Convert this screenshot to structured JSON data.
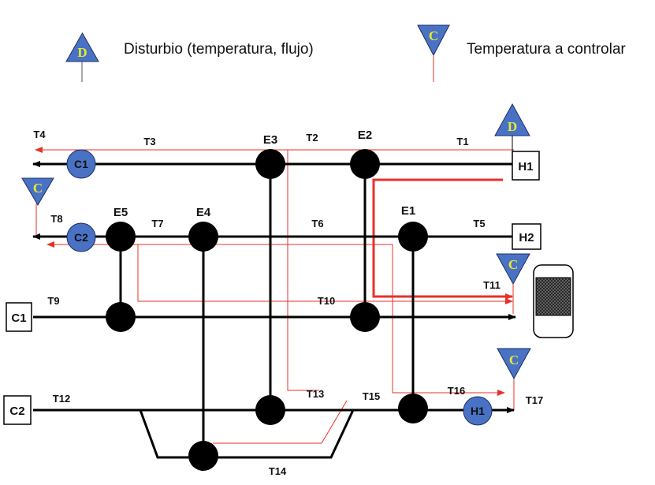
{
  "colors": {
    "stream": "#000000",
    "signal": "#e8312a",
    "triangle_fill": "#4a72c4",
    "triangle_letter": "#e8e832",
    "heater_fill": "#4a72c4",
    "exchanger_fill": "#000000"
  },
  "legend": {
    "disturbance_letter": "D",
    "disturbance_text": "Disturbio (temperatura,  flujo)",
    "control_letter": "C",
    "control_text": "Temperatura  a controlar"
  },
  "streams": {
    "hot": [
      "H1",
      "H2"
    ],
    "cold": [
      "C1",
      "C2"
    ]
  },
  "exchangers": [
    "E3",
    "E2",
    "E5",
    "E4",
    "E1"
  ],
  "utilities": [
    "C1",
    "C2",
    "H1"
  ],
  "temperatures": [
    "T1",
    "T2",
    "T3",
    "T4",
    "T5",
    "T6",
    "T7",
    "T8",
    "T9",
    "T10",
    "T11",
    "T12",
    "T13",
    "T14",
    "T15",
    "T16",
    "T17"
  ],
  "markers": {
    "disturbance_h1": "D",
    "control_t8": "C",
    "control_t11": "C",
    "control_t17": "C"
  }
}
